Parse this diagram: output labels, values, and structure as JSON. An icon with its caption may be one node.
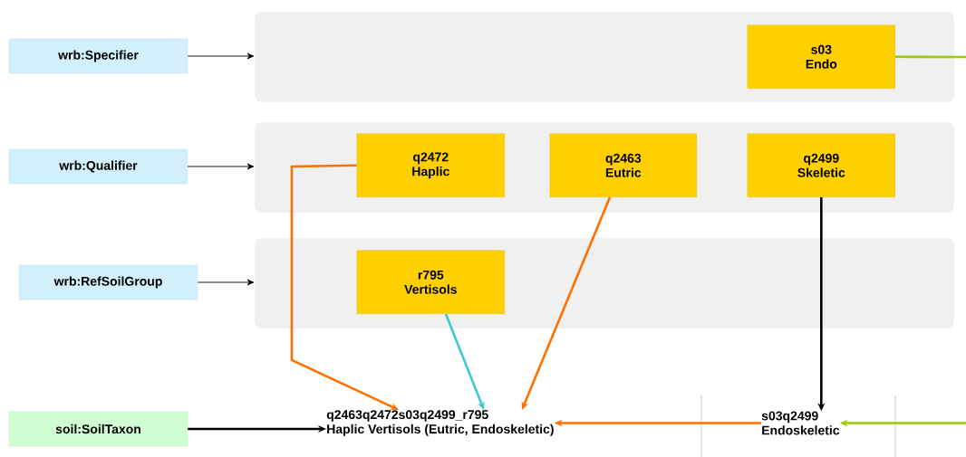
{
  "diagram": {
    "nodes": [
      {
        "text": [
          "wrb:Specifier"
        ]
      },
      {
        "text": [],
        "shape": "band"
      },
      {
        "text": [
          "s03",
          "Endo"
        ],
        "in": 1
      },
      {
        "text": [
          "wrb:Qualifier"
        ]
      },
      {
        "text": [],
        "shape": "band"
      },
      {
        "text": [
          "q2472",
          "Haplic"
        ],
        "in": 4
      },
      {
        "text": [
          "q2463",
          "Eutric"
        ],
        "in": 4
      },
      {
        "text": [
          "q2499",
          "Skeletic"
        ],
        "in": 4
      },
      {
        "text": [
          "wrb:RefSoilGroup"
        ]
      },
      {
        "text": [],
        "shape": "band"
      },
      {
        "text": [
          "r795",
          "Vertisols"
        ],
        "in": 9
      },
      {
        "text": [
          "soil:SoilTaxon"
        ]
      },
      {
        "text": [
          "q2463q2472s03q2499_r795",
          "Haplic Vertisols (Eutric, Endoskeletic)"
        ]
      },
      {
        "text": [
          "s03q2499",
          "Endoskeletic"
        ]
      }
    ],
    "edges": [
      {
        "from": 0,
        "to": 1,
        "arrow": "to"
      },
      {
        "from": 3,
        "to": 4,
        "arrow": "to"
      },
      {
        "from": 8,
        "to": 9,
        "arrow": "to"
      },
      {
        "from": 2,
        "to": null,
        "arrow": "none",
        "color": "#99cc00"
      },
      {
        "from": 5,
        "to": 12,
        "arrow": "to",
        "color": "#ff7000"
      },
      {
        "from": 6,
        "to": 12,
        "arrow": "to",
        "color": "#ff7000"
      },
      {
        "from": 10,
        "to": 12,
        "arrow": "to",
        "color": "#40c8d0"
      },
      {
        "from": 7,
        "to": 13,
        "arrow": "to"
      },
      {
        "from": 11,
        "to": 12,
        "arrow": "to"
      },
      {
        "from": 13,
        "to": 12,
        "arrow": "to",
        "color": "#ff7000"
      },
      {
        "from": null,
        "to": 13,
        "arrow": "to",
        "color": "#99cc00"
      }
    ]
  }
}
